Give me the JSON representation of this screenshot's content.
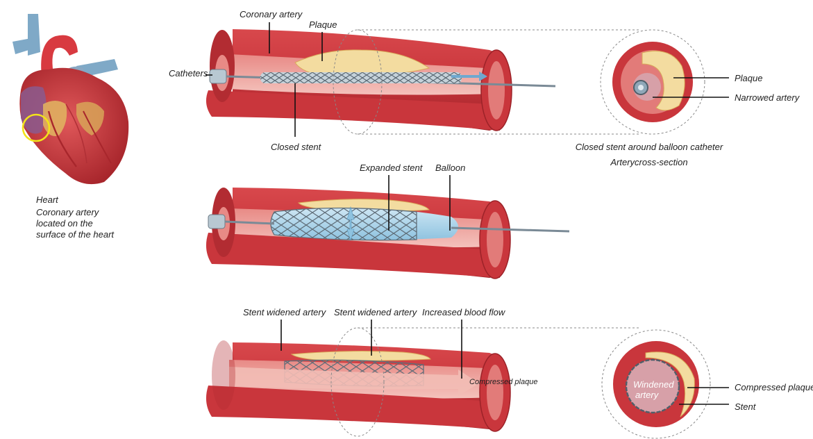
{
  "colors": {
    "artery": "#c9363c",
    "artery_dark": "#9c2228",
    "artery_inner": "#e27b79",
    "lumen": "#f2b3ad",
    "plaque": "#f3dca0",
    "plaque_edge": "#d9a95a",
    "stent": "#6b7a86",
    "balloon": "#a9d4ea",
    "catheter": "#b8c8d2",
    "heart_red": "#c93a3f",
    "heart_vessel_blue": "#7fa9c7",
    "heart_fat": "#e0b060",
    "highlight_circle": "#f2e21a"
  },
  "heart": {
    "title": "Heart",
    "caption_lines": [
      "Coronary artery",
      "located on the",
      "surface of the heart"
    ]
  },
  "panel1": {
    "coronary_artery": "Coronary artery",
    "plaque": "Plaque",
    "catheters": "Catheters",
    "closed_stent": "Closed stent"
  },
  "cross_section_1": {
    "plaque": "Plaque",
    "narrowed_artery": "Narrowed artery",
    "caption_line1": "Closed stent around balloon catheter",
    "caption_line2": "Arterycross-section"
  },
  "panel2": {
    "expanded_stent": "Expanded stent",
    "balloon": "Balloon"
  },
  "panel3": {
    "stent_widened_artery_1": "Stent widened artery",
    "stent_widened_artery_2": "Stent widened artery",
    "increased_blood_flow": "Increased blood flow",
    "compressed_plaque": "Compressed plaque"
  },
  "cross_section_2": {
    "widened_artery_line1": "Windened",
    "widened_artery_line2": "artery",
    "compressed_plaque": "Compressed plaque",
    "stent": "Stent"
  }
}
